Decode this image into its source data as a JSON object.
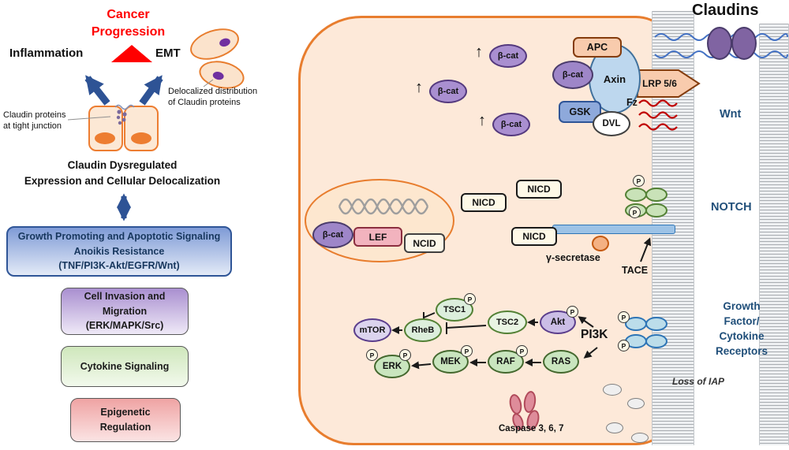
{
  "left": {
    "cancer": [
      "Cancer",
      "Progression"
    ],
    "inflammation": "Inflammation",
    "emt": "EMT",
    "deloc": [
      "Delocalized distribution",
      "of Claudin proteins"
    ],
    "tj": [
      "Claudin proteins",
      "at tight junction"
    ],
    "dysreg": [
      "Claudin Dysregulated",
      "Expression and Cellular Delocalization"
    ],
    "box1": [
      "Growth Promoting and Apoptotic Signaling",
      "Anoikis Resistance",
      "(TNF/PI3K-Akt/EGFR/Wnt)"
    ],
    "box2": [
      "Cell Invasion and",
      "Migration",
      "(ERK/MAPK/Src)"
    ],
    "box3": [
      "Cytokine Signaling"
    ],
    "box4": [
      "Epigenetic",
      "Regulation"
    ]
  },
  "right": {
    "claudins": "Claudins",
    "wnt_label": "Wnt",
    "fz": "Fz",
    "notch_label": "NOTCH",
    "gsec": "γ-secretase",
    "tace": "TACE",
    "pi3k": "PI3K",
    "iap": "Loss of IAP",
    "caspase": "Caspase 3, 6, 7",
    "receptors": [
      "Growth",
      "Factor/",
      "Cytokine",
      "Receptors"
    ]
  },
  "mol": {
    "bcat": "β-cat",
    "apc": "APC",
    "axin": "Axin",
    "gsk": "GSK",
    "dvl": "DVL",
    "lrp": "LRP 5/6",
    "nicd": "NICD",
    "lef": "LEF",
    "ncid": "NCID",
    "tsc1": "TSC1",
    "tsc2": "TSC2",
    "akt": "Akt",
    "mtor": "mTOR",
    "rheb": "RheB",
    "erk": "ERK",
    "mek": "MEK",
    "raf": "RAF",
    "ras": "RAS",
    "p": "P",
    "up": "↑"
  },
  "colors": {
    "cell_border": "#E87D2E",
    "cell_fill": "#FDE9D9",
    "accent_blue": "#1F4E79",
    "arrow_blue": "#2E5395",
    "red": "#FF0000"
  }
}
